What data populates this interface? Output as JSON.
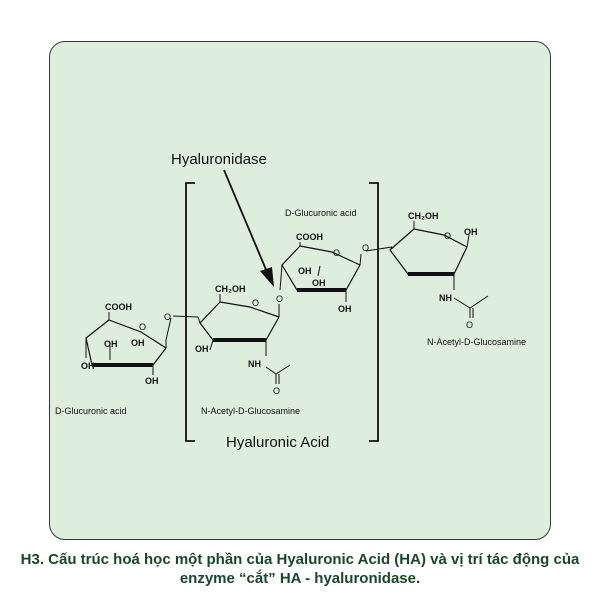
{
  "diagram": {
    "enzyme_label": "Hyaluronidase",
    "polymer_label": "Hyaluronic Acid",
    "units": {
      "glcA_left": "D-Glucuronic acid",
      "glcNAc_center": "N-Acetyl-D-Glucosamine",
      "glcA_center": "D-Glucuronic acid",
      "glcNAc_right": "N-Acetyl-D-Glucosamine"
    },
    "atoms": {
      "cooh": "COOH",
      "ch2oh": "CH₂OH",
      "oh": "OH",
      "nh": "NH",
      "o": "O"
    }
  },
  "caption": "H3. Cấu trúc hoá học một phần của Hyaluronic Acid (HA) và vị trí tác động của enzyme “cắt” HA - hyaluronidase."
}
